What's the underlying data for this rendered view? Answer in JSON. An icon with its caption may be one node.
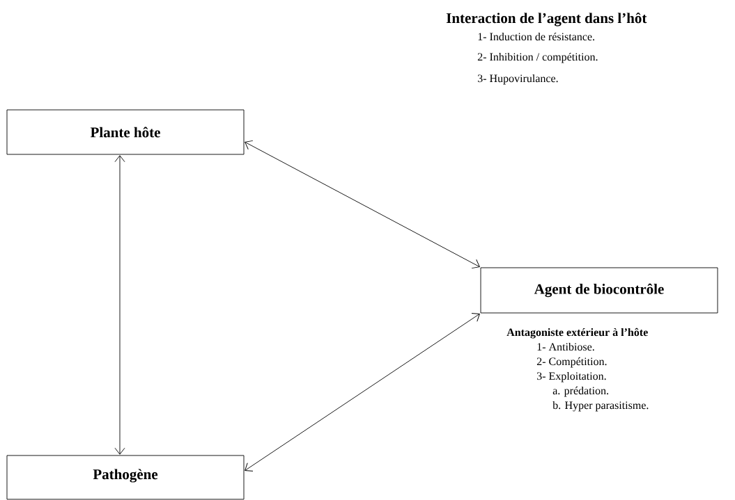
{
  "diagram": {
    "nodes": [
      {
        "text": [
          "Plante hôte"
        ]
      },
      {
        "text": [
          "Pathogène"
        ]
      },
      {
        "text": [
          "Agent de biocontrôle"
        ],
        "beside": [
          "Antagoniste extérieur à l’hôte",
          "1- Antibiose.",
          "2- Compétition.",
          "3- Exploitation.",
          "a. prédation.",
          "b. Hyper parasitisme."
        ]
      }
    ],
    "edges": [
      {
        "from": 0,
        "to": 2,
        "arrow": "both"
      },
      {
        "from": 0,
        "to": 1,
        "arrow": "both"
      },
      {
        "from": 1,
        "to": 2,
        "arrow": "both"
      }
    ],
    "labels": [
      "Interaction de l’agent dans l’hôt",
      "1- Induction de résistance.",
      "2- Inhibition / compétition.",
      "3- Hupovirulance."
    ]
  }
}
